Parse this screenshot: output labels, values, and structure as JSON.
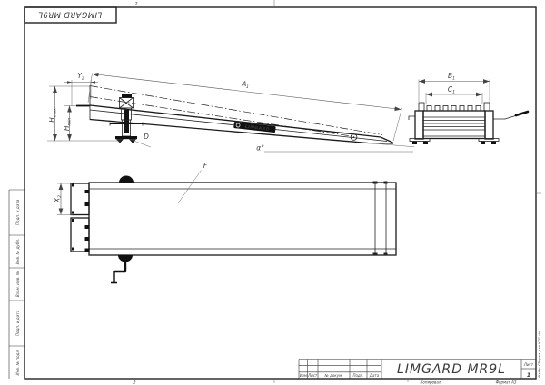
{
  "drawing": {
    "model_name": "LIMGARD MR9L",
    "logo_text": "LIMGARD",
    "fold_mark_top": "2",
    "fold_mark_bottom": "2",
    "copied_note": "Копировал",
    "format_note": "Формат А3",
    "file_note": "Файл: Сборка для КП1.dw",
    "colors": {
      "ink": "#1a1a1a",
      "background": "#ffffff"
    }
  },
  "title_block": {
    "title": "LIMGARD MR9L",
    "col_izm": "Изм",
    "col_list": "Лист",
    "col_doc": "№ докум.",
    "col_podp": "Подп.",
    "col_data": "Дата",
    "sheet_label": "Лист",
    "sheet_value": "1"
  },
  "margin_labels": {
    "top_box": "LIMGARD MR9L",
    "left": [
      "Подп. и дата",
      "Инв. № дубл.",
      "Взам. инв. №",
      "Подп. и дата",
      "Инв. № подл."
    ]
  },
  "dims": {
    "a": {
      "base": "A",
      "sub": "1"
    },
    "b": {
      "base": "B",
      "sub": "1"
    },
    "c": {
      "base": "C",
      "sub": "1"
    },
    "y": {
      "base": "Y",
      "sub": "2"
    },
    "x": {
      "base": "X",
      "sub": "2"
    },
    "hmax": {
      "base": "H",
      "sub": "max"
    },
    "hmin": {
      "base": "H",
      "sub": "min"
    },
    "alpha": "α°",
    "d_ref": "D",
    "f_ref": "F"
  }
}
